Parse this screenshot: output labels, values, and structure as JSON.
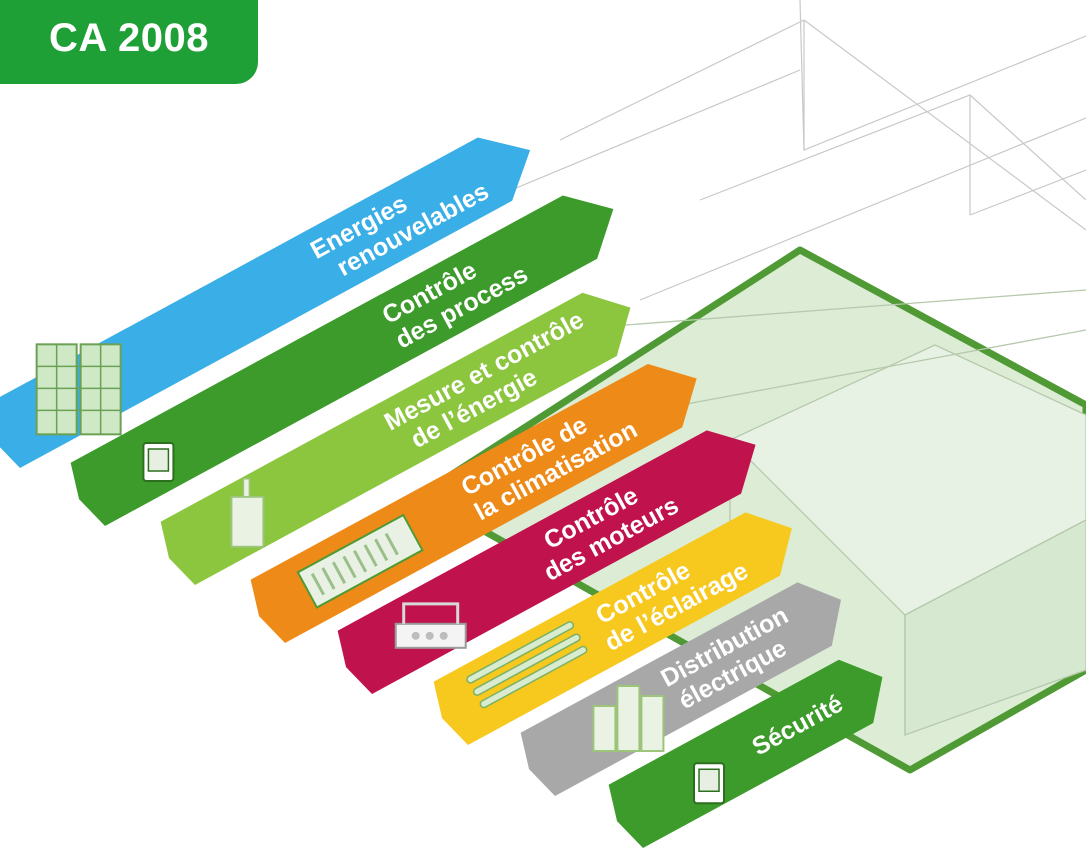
{
  "badge": {
    "label": "CA 2008",
    "color": "#1fa037"
  },
  "categories": [
    {
      "lines": [
        "Energies",
        "renouvelables"
      ],
      "color": "#3aaee6",
      "icon": "solar-panel-icon"
    },
    {
      "lines": [
        "Contrôle",
        "des process"
      ],
      "color": "#3c9b2a",
      "icon": "touch-panel-icon"
    },
    {
      "lines": [
        "Mesure et contrôle",
        "de l’énergie"
      ],
      "color": "#8cc63f",
      "icon": "energy-meter-icon"
    },
    {
      "lines": [
        "Contrôle de",
        "la climatisation"
      ],
      "color": "#ee8a17",
      "icon": "hvac-unit-icon"
    },
    {
      "lines": [
        "Contrôle",
        "des moteurs"
      ],
      "color": "#c0134d",
      "icon": "motor-drive-icon"
    },
    {
      "lines": [
        "Contrôle",
        "de l’éclairage"
      ],
      "color": "#f7c81e",
      "icon": "lighting-tubes-icon"
    },
    {
      "lines": [
        "Distribution",
        "électrique"
      ],
      "color": "#a8a8a8",
      "icon": "switchboard-icon"
    },
    {
      "lines": [
        "Sécurité"
      ],
      "color": "#3c9b2a",
      "icon": "security-panel-icon"
    }
  ]
}
